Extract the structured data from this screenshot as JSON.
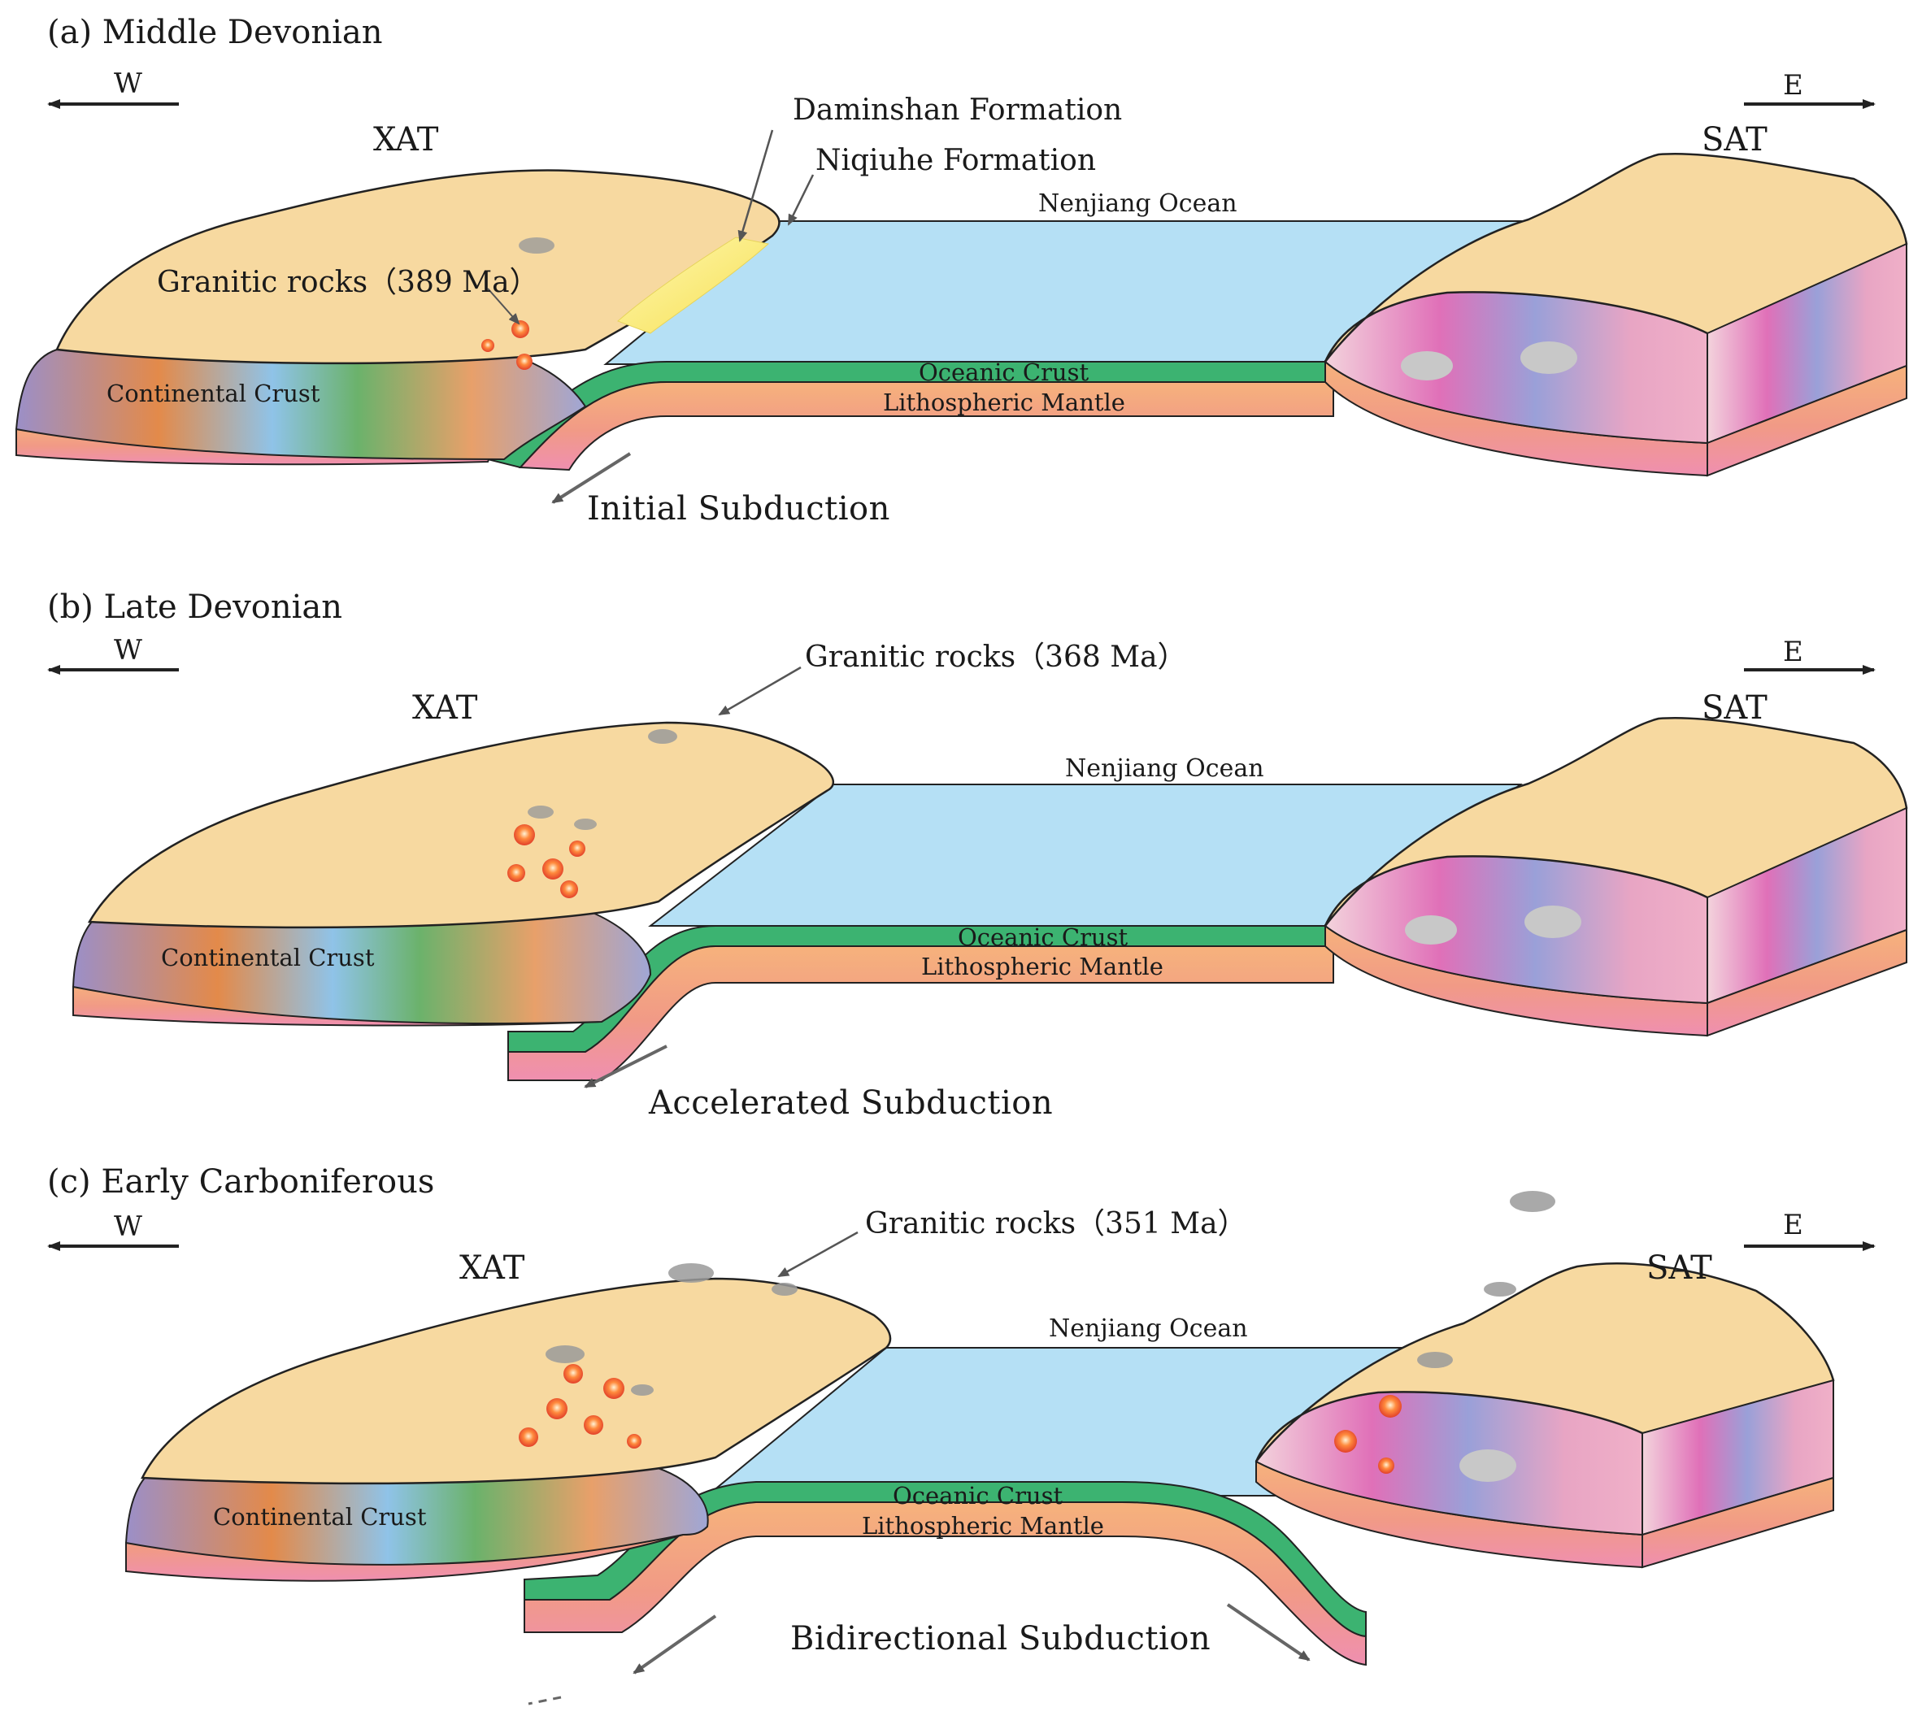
{
  "panels": [
    {
      "title": "(a) Middle Devonian",
      "west": "W",
      "east": "E",
      "left_block": "XAT",
      "right_block": "SAT",
      "ocean": "Nenjiang Ocean",
      "oceanic_crust": "Oceanic Crust",
      "mantle": "Lithospheric Mantle",
      "continental_crust": "Continental Crust",
      "granite": "Granitic rocks（389  Ma）",
      "formation_1": "Daminshan Formation",
      "formation_2": "Niqiuhe Formation",
      "caption": "Initial Subduction"
    },
    {
      "title": "(b) Late Devonian",
      "west": "W",
      "east": "E",
      "left_block": "XAT",
      "right_block": "SAT",
      "ocean": "Nenjiang Ocean",
      "oceanic_crust": "Oceanic Crust",
      "mantle": "Lithospheric Mantle",
      "continental_crust": "Continental Crust",
      "granite": "Granitic rocks（368  Ma）",
      "caption": "Accelerated Subduction"
    },
    {
      "title": "(c) Early Carboniferous",
      "west": "W",
      "east": "E",
      "left_block": "XAT",
      "right_block": "SAT",
      "ocean": "Nenjiang Ocean",
      "oceanic_crust": "Oceanic Crust",
      "mantle": "Lithospheric Mantle",
      "continental_crust": "Continental Crust",
      "granite": "Granitic rocks（351  Ma）",
      "caption": "Bidirectional Subduction"
    }
  ],
  "colors": {
    "land_surface": "#f7d9a0",
    "ocean": "#b5e0f5",
    "oceanic_crust": "#3cb371",
    "mantle": "#f19a86",
    "mantle_pink": "#ef8fb0",
    "formation_yellow": "#fbe96a",
    "outline": "#222222"
  }
}
